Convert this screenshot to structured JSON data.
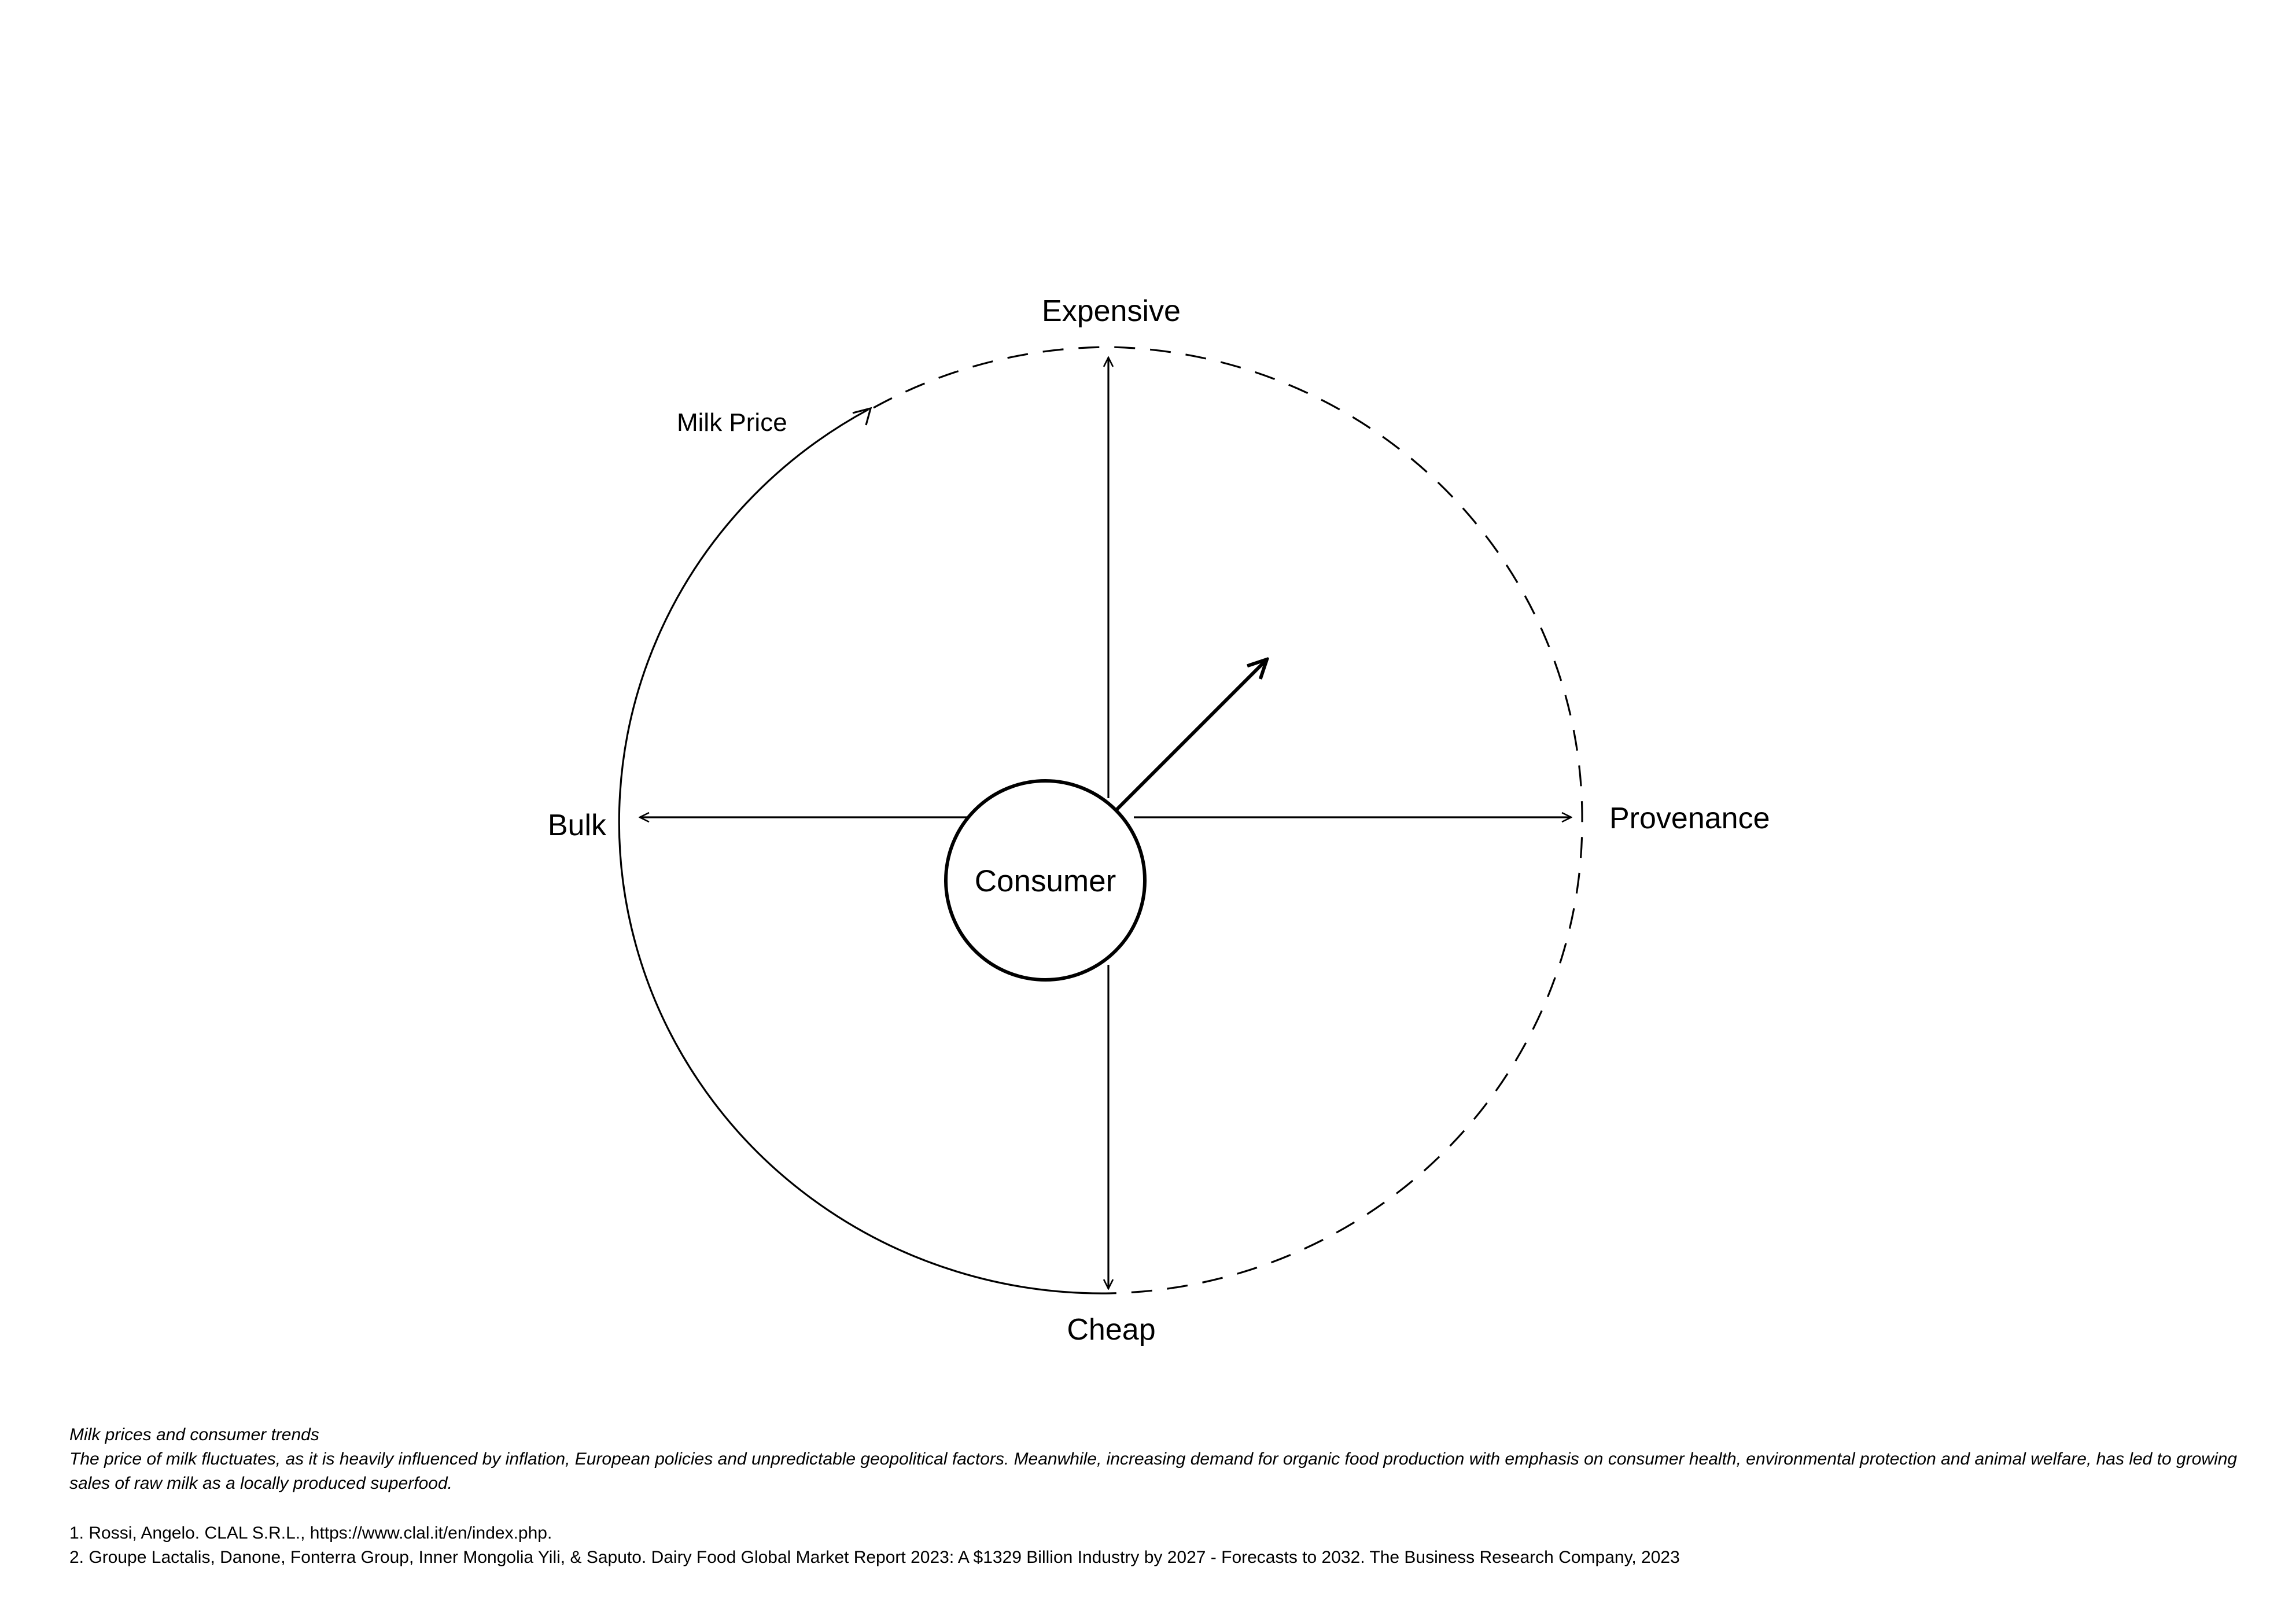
{
  "diagram": {
    "axis_labels": {
      "top": "Expensive",
      "bottom": "Cheap",
      "left": "Bulk",
      "right": "Provenance"
    },
    "arc_label": "Milk Price",
    "center_label": "Consumer"
  },
  "caption": {
    "title": "Milk prices and consumer trends",
    "body": "The price of milk fluctuates, as it is heavily influenced by inflation, European policies and unpredictable geopolitical factors. Meanwhile, increasing demand for organic food production with emphasis on consumer health, environmental protection and animal welfare, has led to growing sales of raw milk as a locally produced superfood."
  },
  "references": [
    "1. Rossi, Angelo. CLAL S.R.L., https://www.clal.it/en/index.php.",
    "2. Groupe Lactalis, Danone, Fonterra Group, Inner Mongolia Yili, & Saputo. Dairy Food Global Market Report 2023: A $1329 Billion Industry by 2027 - Forecasts to 2032. The Business Research Company, 2023"
  ]
}
